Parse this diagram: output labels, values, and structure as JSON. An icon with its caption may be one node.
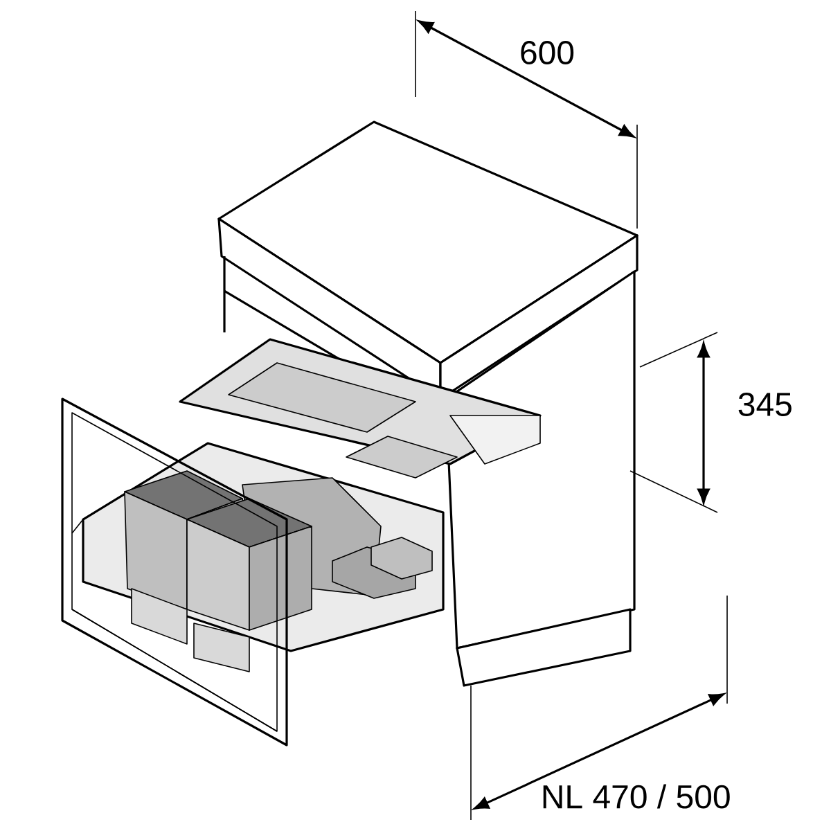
{
  "diagram": {
    "labels": [
      "600",
      "345",
      "NL 470 / 500"
    ]
  }
}
